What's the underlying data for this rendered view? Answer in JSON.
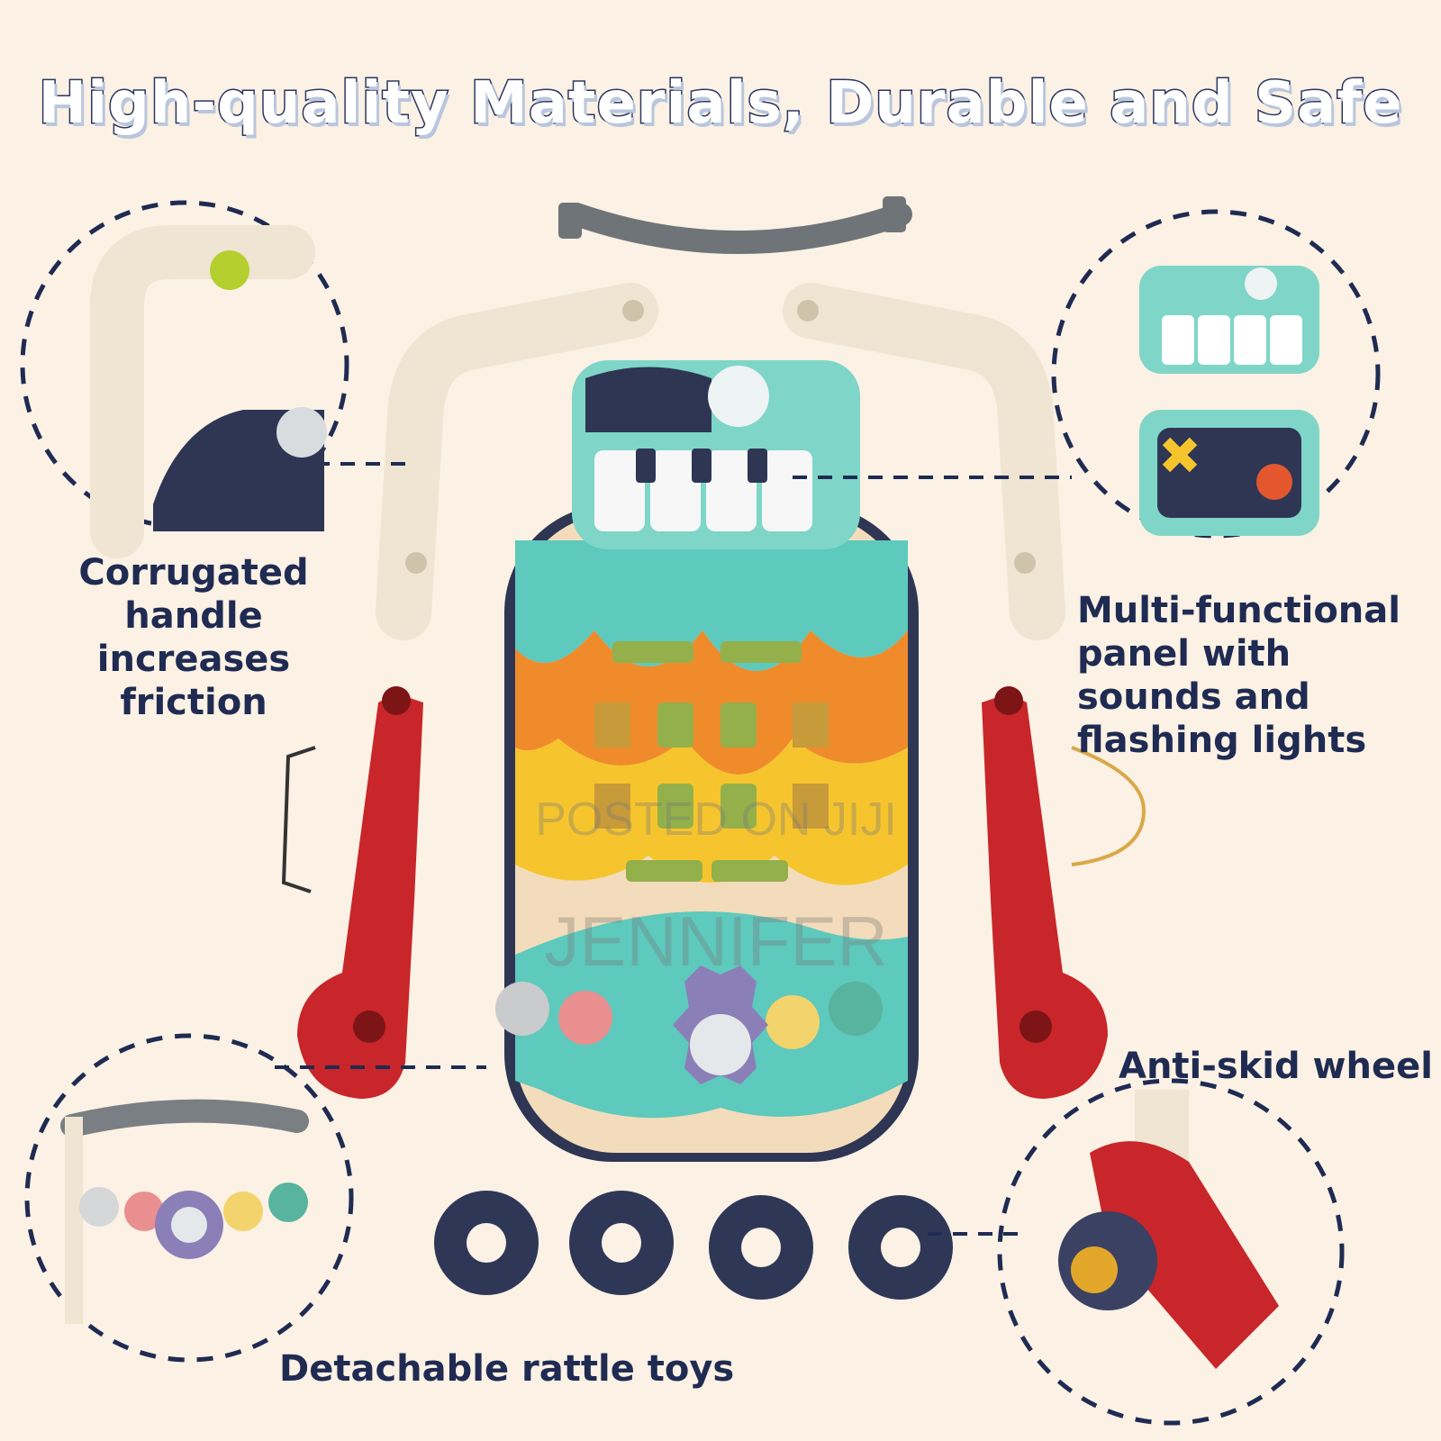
{
  "headline": "High-quality Materials, Durable and Safe",
  "callouts": {
    "handle": "Corrugated handle increases friction",
    "panel": "Multi-functional panel with sounds and flashing lights",
    "wheel": "Anti-skid wheel",
    "rattle": "Detachable rattle toys"
  },
  "watermark": {
    "line1": "POSTED ON JIJI",
    "line2": "JENNIFER"
  },
  "colors": {
    "background": "#fbf1e4",
    "text": "#1f2b52",
    "cream": "#efe5d2",
    "red": "#c8262a",
    "teal": "#6fd0c4",
    "navy": "#2e3654"
  }
}
